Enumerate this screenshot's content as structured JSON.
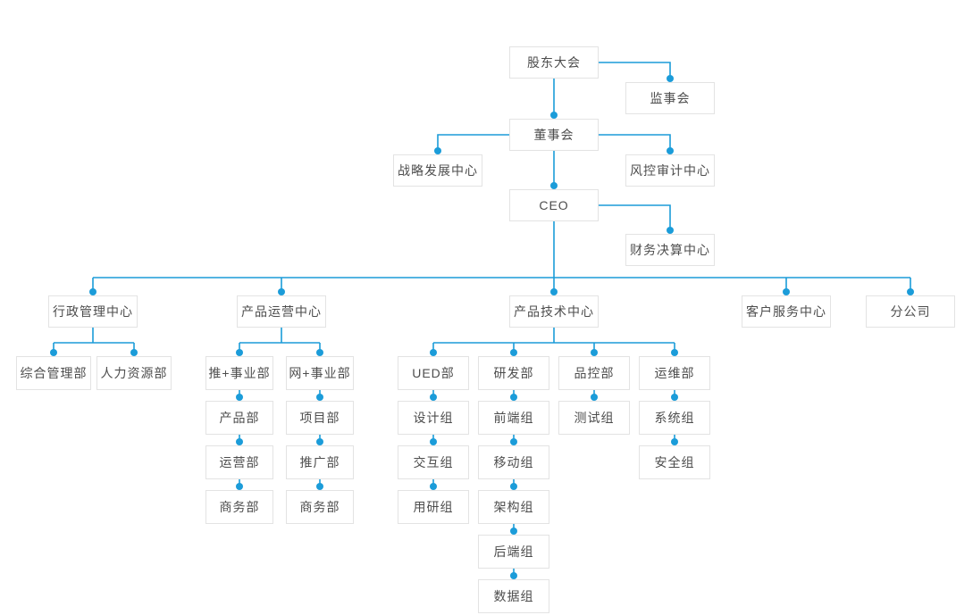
{
  "colors": {
    "line": "#1b9cd9",
    "dot": "#1b9cd9",
    "node_border": "#e3e3e3",
    "node_text": "#4d4d4d",
    "background": "#ffffff"
  },
  "org_chart": {
    "type": "org-chart-diagram",
    "nodes": {
      "shareholders_meeting": "股东大会",
      "supervisory_board": "监事会",
      "board_of_directors": "董事会",
      "strategy_center": "战略发展中心",
      "risk_audit_center": "风控审计中心",
      "ceo": "CEO",
      "finance_center": "财务决算中心",
      "admin_center": "行政管理中心",
      "product_ops_center": "产品运营中心",
      "product_tech_center": "产品技术中心",
      "customer_service_center": "客户服务中心",
      "branch_company": "分公司",
      "general_mgmt_dept": "综合管理部",
      "hr_dept": "人力资源部",
      "tui_business_dept": "推+事业部",
      "wang_business_dept": "网+事业部",
      "product_dept": "产品部",
      "project_dept": "项目部",
      "operations_dept": "运营部",
      "promotion_dept": "推广部",
      "business_dept_tui": "商务部",
      "business_dept_wang": "商务部",
      "ued_dept": "UED部",
      "rnd_dept": "研发部",
      "qc_dept": "品控部",
      "ops_dept": "运维部",
      "design_group": "设计组",
      "frontend_group": "前端组",
      "testing_group": "测试组",
      "system_group": "系统组",
      "interaction_group": "交互组",
      "mobile_group": "移动组",
      "security_group": "安全组",
      "user_research_group": "用研组",
      "architecture_group": "架构组",
      "backend_group": "后端组",
      "data_group": "数据组"
    },
    "edges": {
      "shareholders_meeting": [
        "supervisory_board",
        "board_of_directors"
      ],
      "board_of_directors": [
        "strategy_center",
        "risk_audit_center",
        "ceo"
      ],
      "ceo": [
        "finance_center",
        "admin_center",
        "product_ops_center",
        "product_tech_center",
        "customer_service_center",
        "branch_company"
      ],
      "admin_center": [
        "general_mgmt_dept",
        "hr_dept"
      ],
      "product_ops_center": [
        "tui_business_dept",
        "wang_business_dept"
      ],
      "tui_business_dept": [
        "product_dept"
      ],
      "product_dept": [
        "operations_dept"
      ],
      "operations_dept": [
        "business_dept_tui"
      ],
      "wang_business_dept": [
        "project_dept"
      ],
      "project_dept": [
        "promotion_dept"
      ],
      "promotion_dept": [
        "business_dept_wang"
      ],
      "product_tech_center": [
        "ued_dept",
        "rnd_dept",
        "qc_dept",
        "ops_dept"
      ],
      "ued_dept": [
        "design_group"
      ],
      "design_group": [
        "interaction_group"
      ],
      "interaction_group": [
        "user_research_group"
      ],
      "rnd_dept": [
        "frontend_group"
      ],
      "frontend_group": [
        "mobile_group"
      ],
      "mobile_group": [
        "architecture_group"
      ],
      "architecture_group": [
        "backend_group"
      ],
      "backend_group": [
        "data_group"
      ],
      "qc_dept": [
        "testing_group"
      ],
      "ops_dept": [
        "system_group"
      ],
      "system_group": [
        "security_group"
      ]
    }
  }
}
